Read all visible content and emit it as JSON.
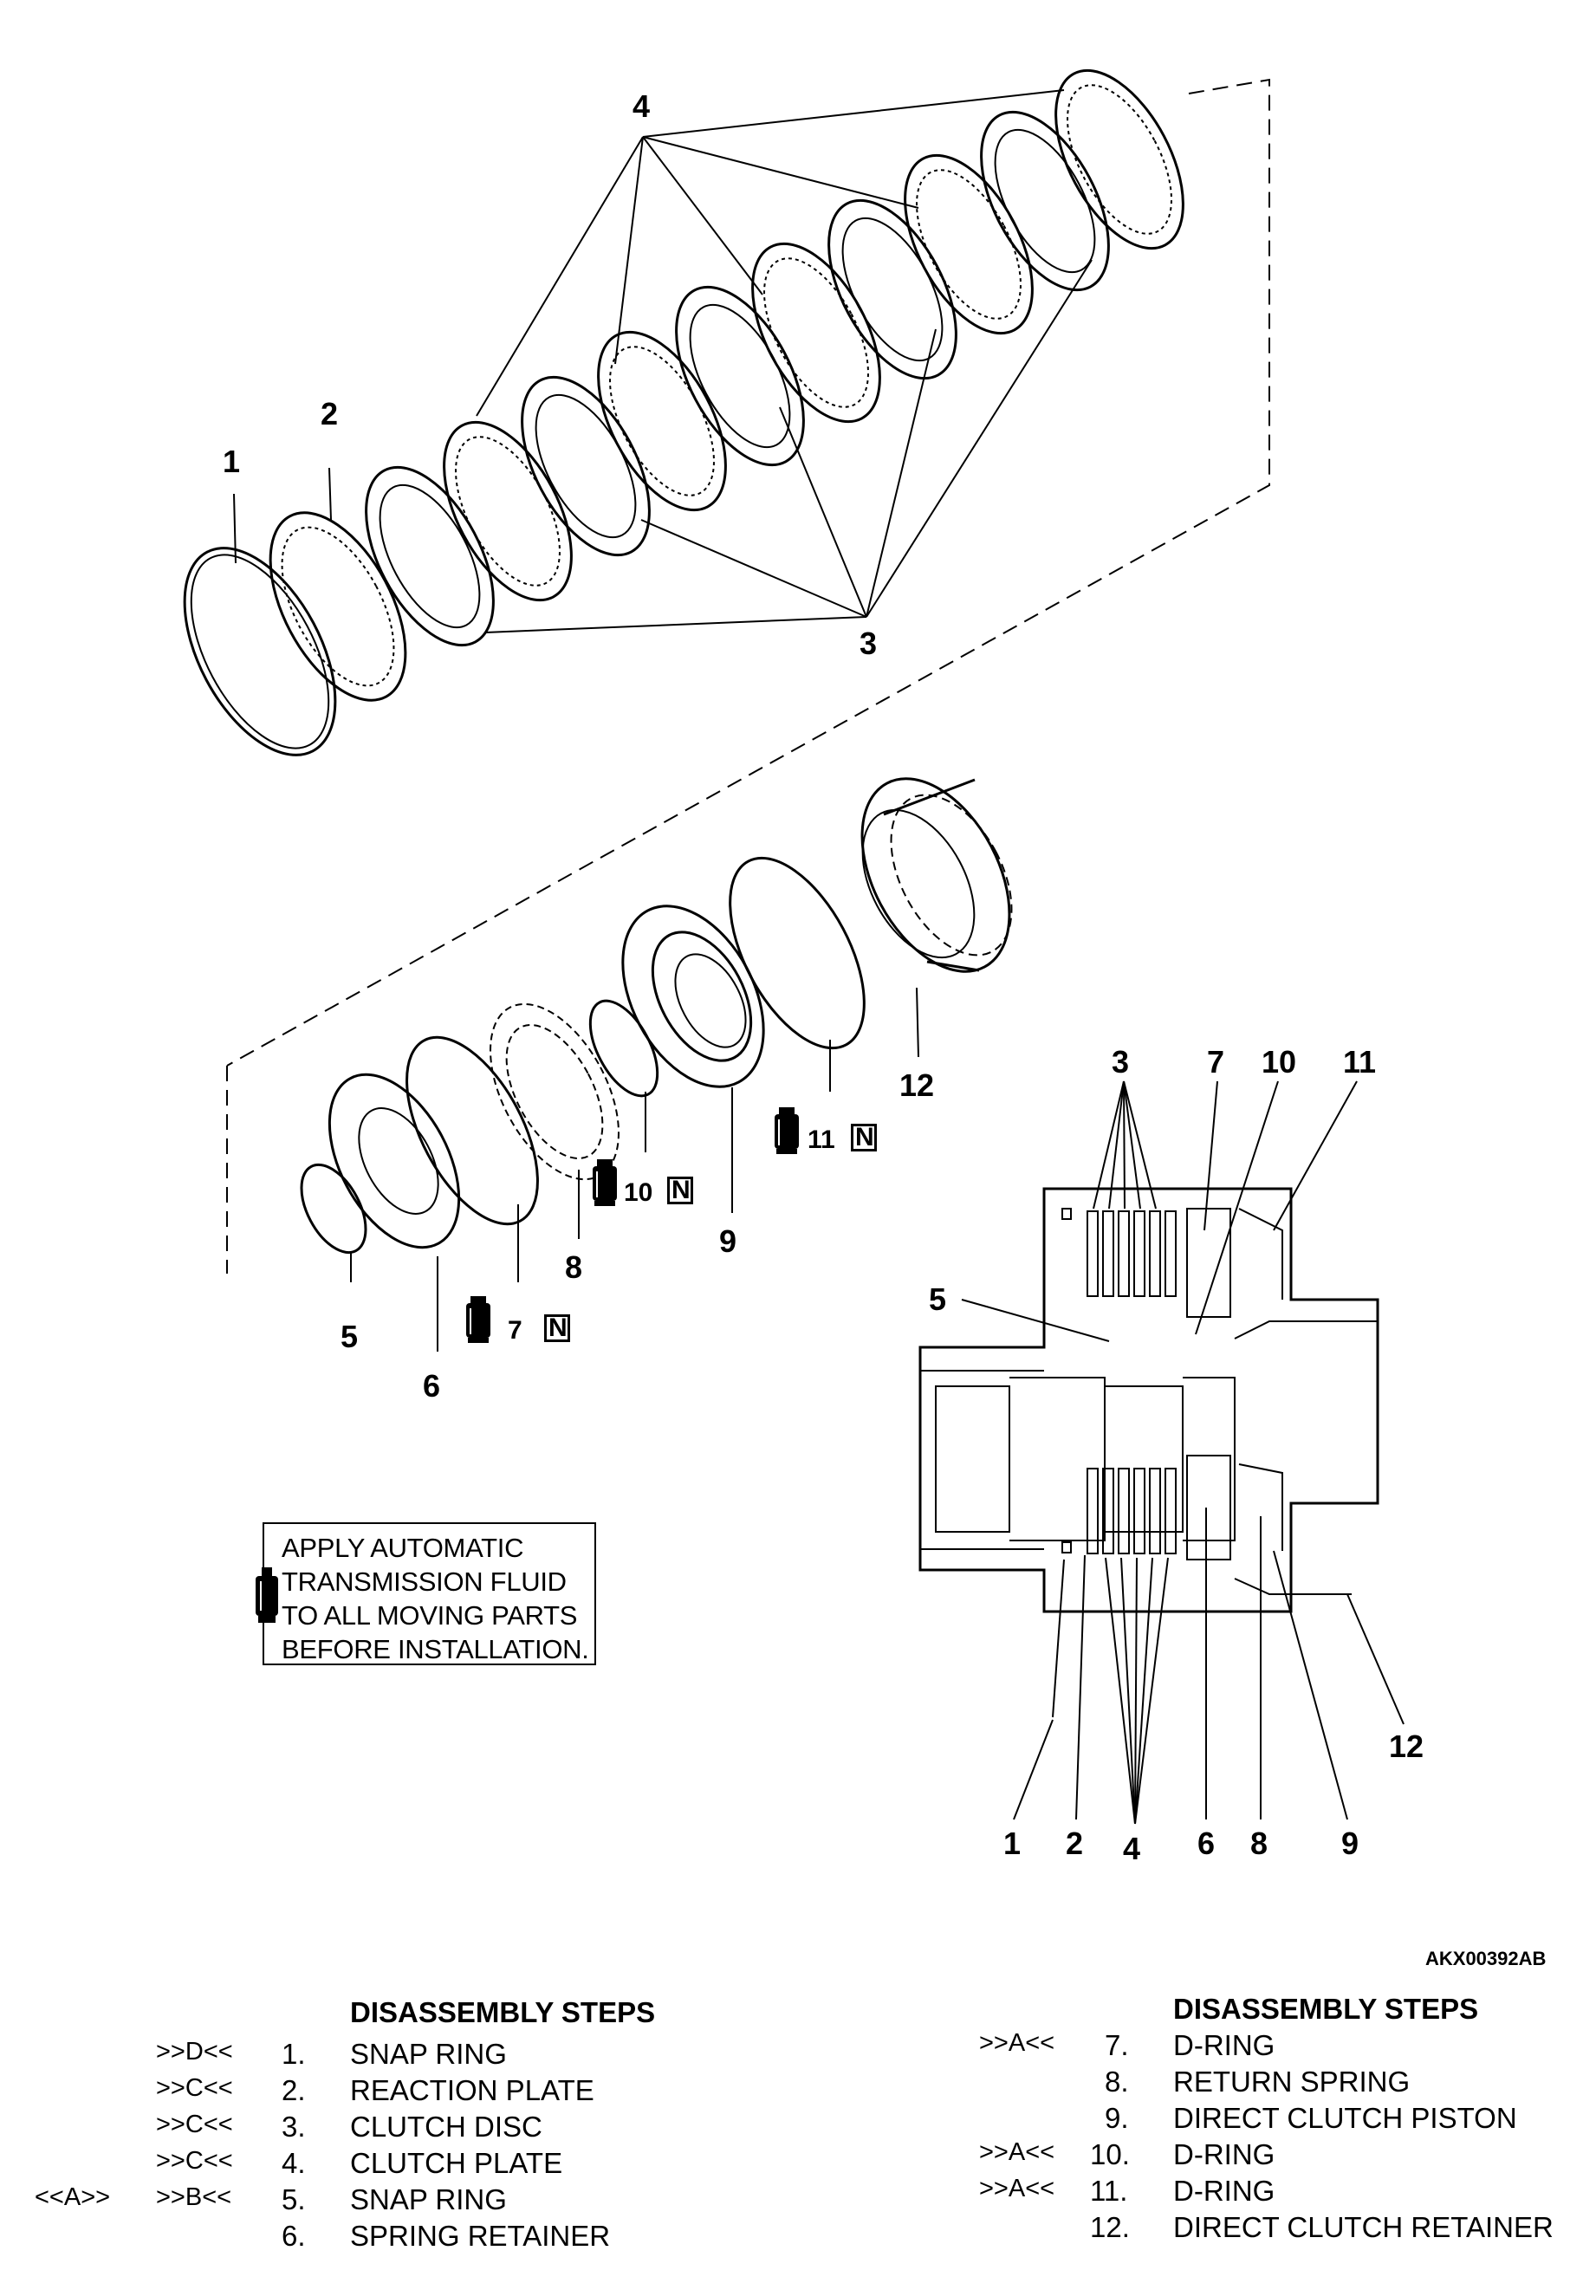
{
  "callouts": {
    "exploded": [
      "1",
      "2",
      "3",
      "4",
      "5",
      "6",
      "7",
      "8",
      "9",
      "10",
      "11",
      "12"
    ],
    "section": [
      "1",
      "2",
      "3",
      "4",
      "5",
      "6",
      "7",
      "8",
      "9",
      "10",
      "11",
      "12"
    ]
  },
  "lube_markers": [
    {
      "part": "7",
      "badge": "N"
    },
    {
      "part": "10",
      "badge": "N"
    },
    {
      "part": "11",
      "badge": "N"
    }
  ],
  "note": {
    "text": "APPLY AUTOMATIC\nTRANSMISSION FLUID\nTO ALL MOVING PARTS\nBEFORE INSTALLATION."
  },
  "figure_code": "AKX00392AB",
  "steps_left": {
    "title": "DISASSEMBLY STEPS",
    "items": [
      {
        "pre_a": "",
        "pre_b": ">>D<<",
        "num": "1.",
        "name": "SNAP RING"
      },
      {
        "pre_a": "",
        "pre_b": ">>C<<",
        "num": "2.",
        "name": "REACTION PLATE"
      },
      {
        "pre_a": "",
        "pre_b": ">>C<<",
        "num": "3.",
        "name": "CLUTCH DISC"
      },
      {
        "pre_a": "",
        "pre_b": ">>C<<",
        "num": "4.",
        "name": "CLUTCH PLATE"
      },
      {
        "pre_a": "<<A>>",
        "pre_b": ">>B<<",
        "num": "5.",
        "name": "SNAP RING"
      },
      {
        "pre_a": "",
        "pre_b": "",
        "num": "6.",
        "name": "SPRING RETAINER"
      }
    ]
  },
  "steps_right": {
    "title": "DISASSEMBLY STEPS",
    "items": [
      {
        "pre_b": ">>A<<",
        "num": "7.",
        "name": "D-RING"
      },
      {
        "pre_b": "",
        "num": "8.",
        "name": "RETURN SPRING"
      },
      {
        "pre_b": "",
        "num": "9.",
        "name": "DIRECT CLUTCH PISTON"
      },
      {
        "pre_b": ">>A<<",
        "num": "10.",
        "name": "D-RING"
      },
      {
        "pre_b": ">>A<<",
        "num": "11.",
        "name": "D-RING"
      },
      {
        "pre_b": "",
        "num": "12.",
        "name": "DIRECT CLUTCH RETAINER"
      }
    ]
  }
}
